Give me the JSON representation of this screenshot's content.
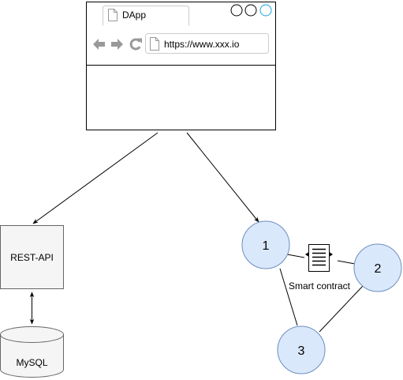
{
  "browser": {
    "tab_title": "DApp",
    "url": "https://www.xxx.io"
  },
  "rest_api": {
    "label": "REST-API"
  },
  "database": {
    "label": "MySQL"
  },
  "nodes": [
    {
      "label": "1"
    },
    {
      "label": "2"
    },
    {
      "label": "3"
    }
  ],
  "smart_contract": {
    "label": "Smart contract"
  },
  "colors": {
    "node_fill": "#dae8fc",
    "node_stroke": "#6c8ebf",
    "box_fill": "#f5f5f5",
    "box_stroke": "#666666",
    "window_controls": [
      "#ffffff",
      "#ffffff",
      "#1ba1e2"
    ],
    "nav_icons": "#999999"
  }
}
